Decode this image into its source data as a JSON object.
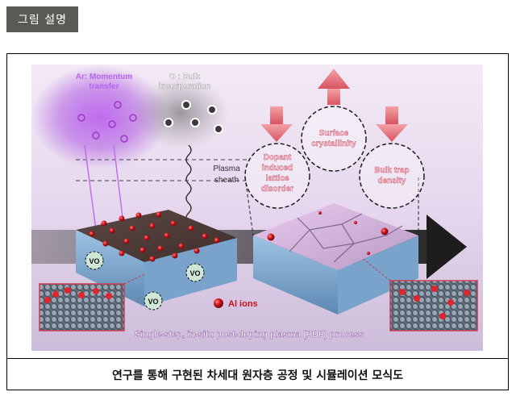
{
  "header": {
    "tag_label": "그림 설명"
  },
  "diagram": {
    "ar_label_line1": "Ar: Momentum",
    "ar_label_line2": "transfer",
    "o_label_line1": "O : Bulk",
    "o_label_line2": "incorporation",
    "sheath_line1": "Plasma",
    "sheath_line2": "sheath",
    "vo_label": "VO",
    "al_ions_label": "Al ions",
    "process_label": "Single-step, in-situ post-doping plasma (PDP) process",
    "effects": [
      {
        "line1": "Dopant",
        "line2": "induced",
        "line3": "lattice",
        "line4": "disorder"
      },
      {
        "line1": "Surface",
        "line2": "crystallinity"
      },
      {
        "line1": "Bulk trap",
        "line2": "density"
      }
    ],
    "colors": {
      "arrow_pink": "#e0707a",
      "violet_glow": "#b24fe6",
      "al_red": "#d7191f",
      "text_pink": "#ffd0dd"
    }
  },
  "caption": {
    "text": "연구를 통해 구현된 차세대 원자층 공정 및 시뮬레이션 모식도"
  }
}
